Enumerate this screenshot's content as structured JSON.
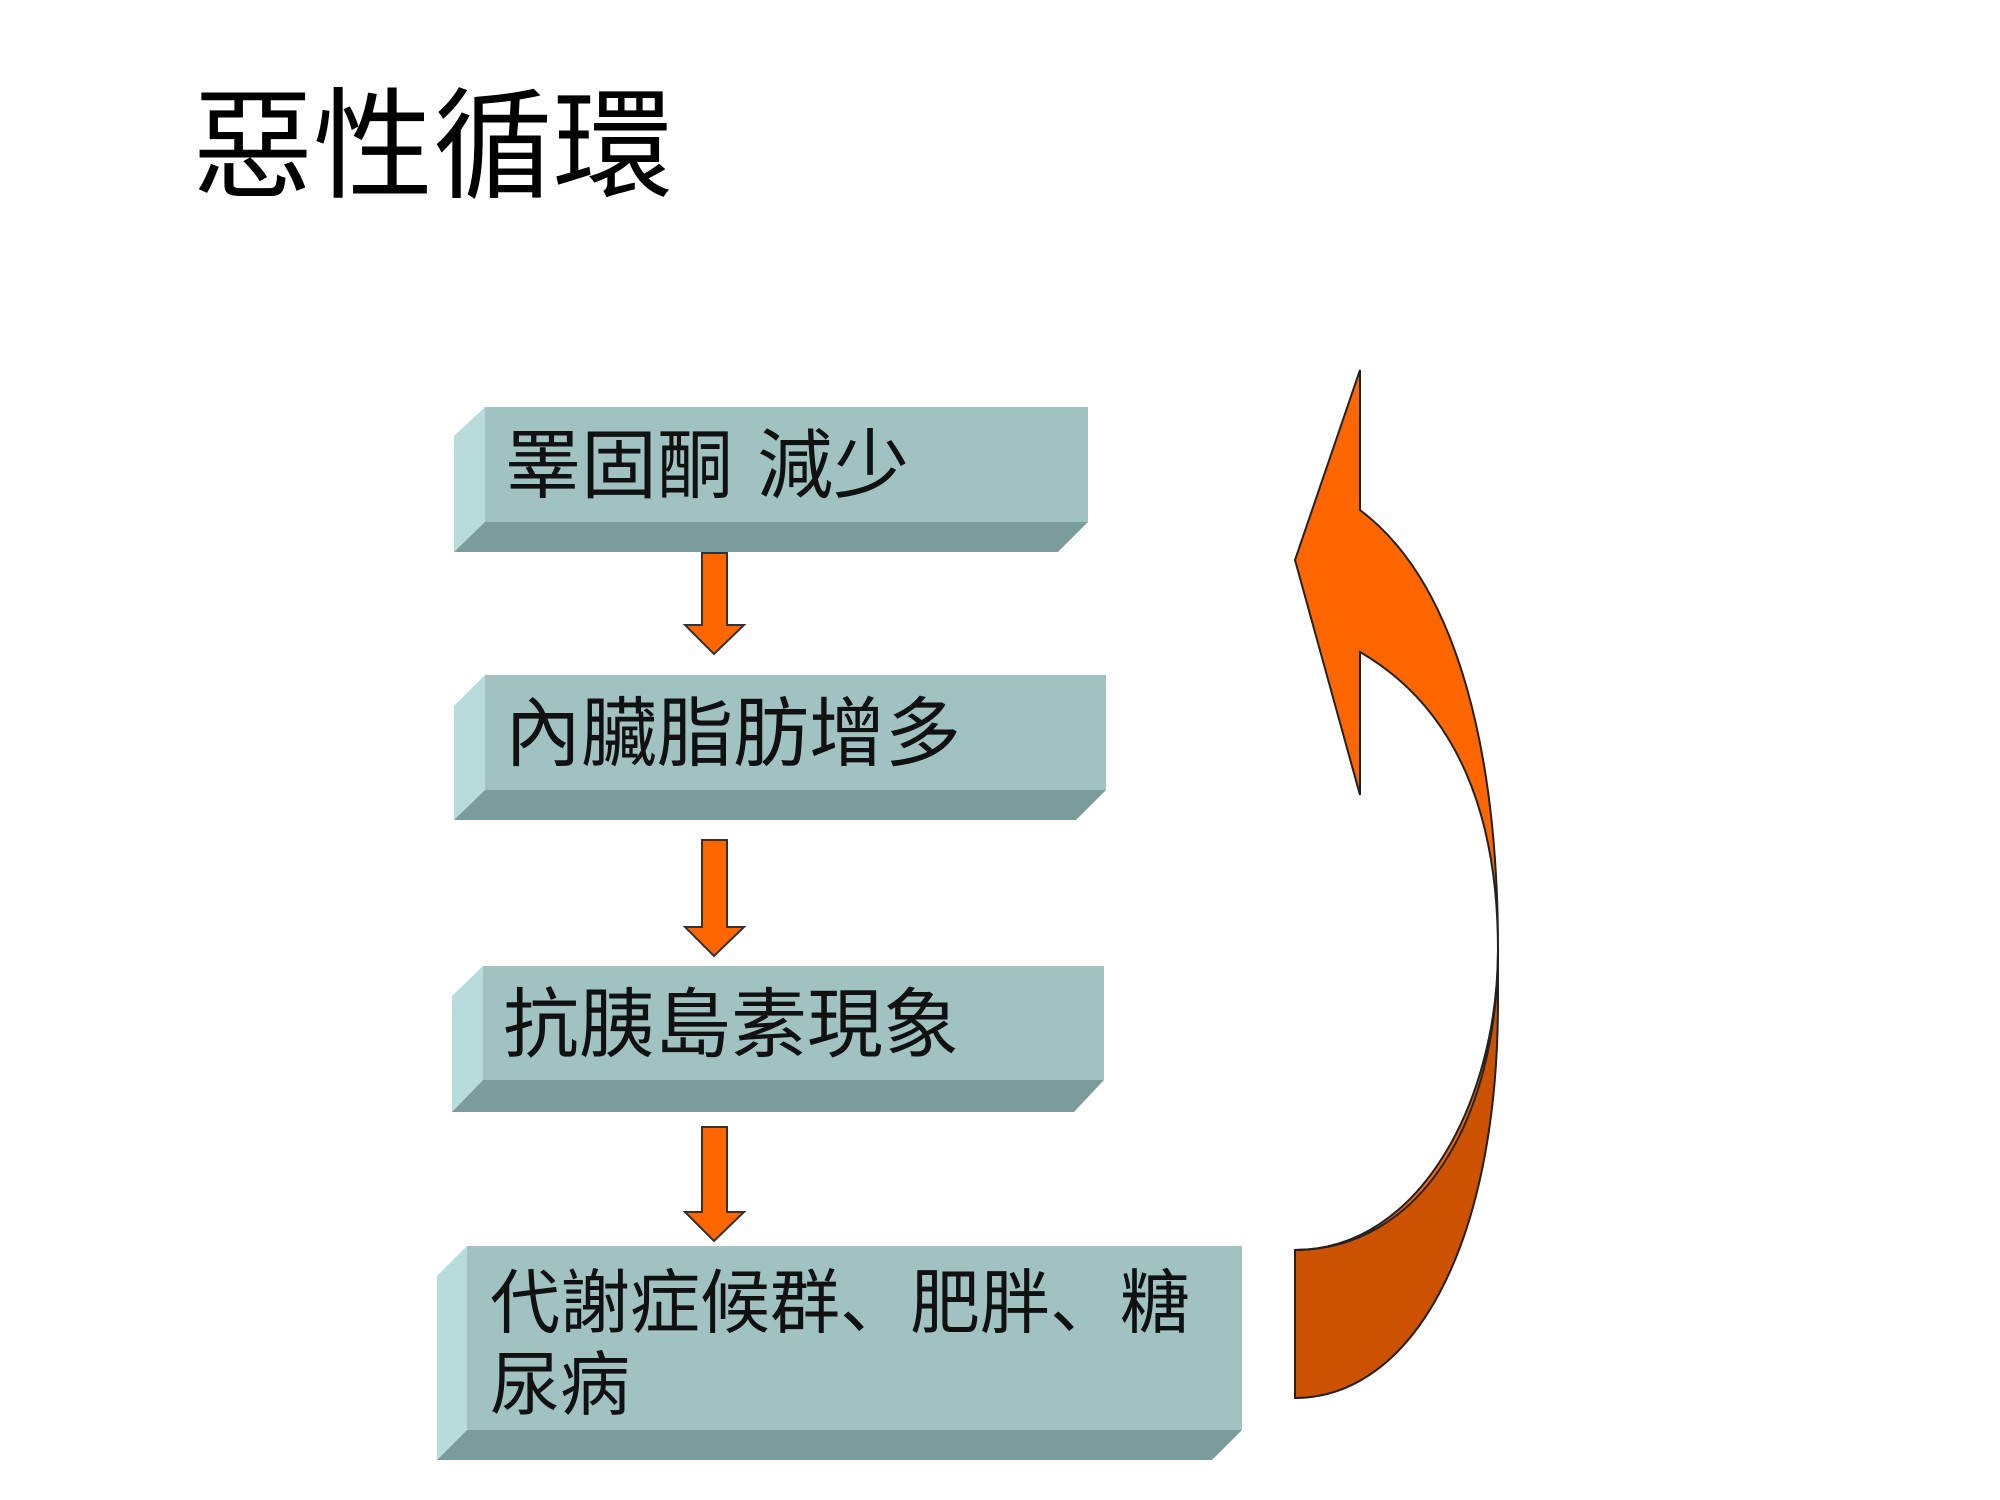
{
  "title": "惡性循環",
  "steps": [
    {
      "label": "睪固酮 減少"
    },
    {
      "label": "內臟脂肪增多"
    },
    {
      "label": "抗胰島素現象"
    },
    {
      "label": "代謝症候群、肥胖、糖尿病"
    }
  ],
  "colors": {
    "box_face": "#a0c3c2",
    "box_left": "#b8dcdc",
    "box_bottom": "#7a9c9b",
    "arrow_fill": "#ff6600",
    "arrow_shadow": "#cc5200",
    "arrow_stroke": "#333333"
  },
  "icons": {
    "down_arrow": "down-arrow-icon",
    "cycle_arrow": "curved-return-arrow-icon"
  }
}
